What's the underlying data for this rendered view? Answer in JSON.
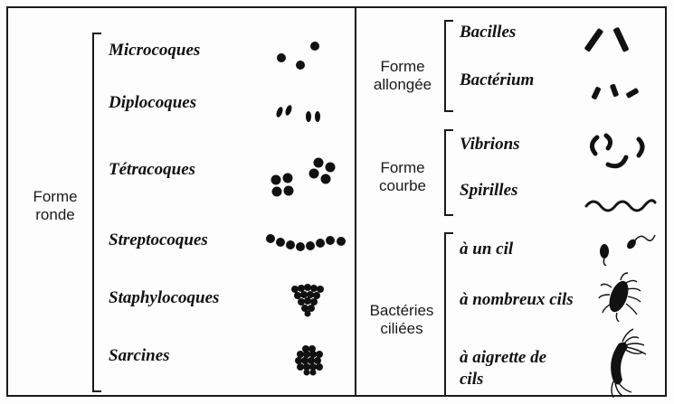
{
  "colors": {
    "ink": "#111111",
    "background": "#fdfdfd"
  },
  "left_panel": {
    "group_label": "Forme\nronde",
    "items": [
      {
        "label": "Microcoques",
        "icon": "microcoques-shape"
      },
      {
        "label": "Diplocoques",
        "icon": "diplocoques-shape"
      },
      {
        "label": "Tétracoques",
        "icon": "tetracoques-shape"
      },
      {
        "label": "Streptocoques",
        "icon": "streptocoques-shape"
      },
      {
        "label": "Staphylocoques",
        "icon": "staphylocoques-shape"
      },
      {
        "label": "Sarcines",
        "icon": "sarcines-shape"
      }
    ]
  },
  "right_panel": {
    "groups": [
      {
        "label": "Forme\nallongée",
        "items": [
          {
            "label": "Bacilles",
            "icon": "bacilles-shape"
          },
          {
            "label": "Bactérium",
            "icon": "bacterium-shape"
          }
        ]
      },
      {
        "label": "Forme\ncourbe",
        "items": [
          {
            "label": "Vibrions",
            "icon": "vibrions-shape"
          },
          {
            "label": "Spirilles",
            "icon": "spirilles-shape"
          }
        ]
      },
      {
        "label": "Bactéries\nciliées",
        "items": [
          {
            "label": "à un cil",
            "icon": "un-cil-shape"
          },
          {
            "label": "à nombreux cils",
            "icon": "nombreux-cils-shape"
          },
          {
            "label": "à aigrette de\ncils",
            "icon": "aigrette-cils-shape"
          }
        ]
      }
    ]
  }
}
